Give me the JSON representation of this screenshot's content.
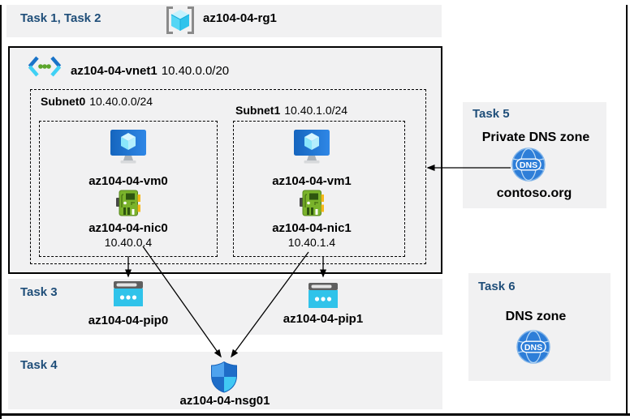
{
  "colors": {
    "task_label": "#1F4E79",
    "panel_bg": "#F1F1F2",
    "border": "#000000",
    "azure_blue": "#2E7ED8",
    "cyan_accent": "#30C3EA",
    "nic_green": "#7AB32B",
    "shield_blue_dark": "#1E6DC8",
    "shield_blue_light": "#4FA3EE"
  },
  "header": {
    "tasks": "Task 1, Task 2",
    "resource_group": "az104-04-rg1"
  },
  "vnet": {
    "name": "az104-04-vnet1",
    "cidr": "10.40.0.0/20",
    "subnets": [
      {
        "name": "Subnet0",
        "cidr": "10.40.0.0/24",
        "vm": "az104-04-vm0",
        "nic": "az104-04-nic0",
        "ip": "10.40.0.4"
      },
      {
        "name": "Subnet1",
        "cidr": "10.40.1.0/24",
        "vm": "az104-04-vm1",
        "nic": "az104-04-nic1",
        "ip": "10.40.1.4"
      }
    ]
  },
  "task3": {
    "label": "Task 3",
    "pip0": "az104-04-pip0",
    "pip1": "az104-04-pip1"
  },
  "task4": {
    "label": "Task 4",
    "nsg": "az104-04-nsg01"
  },
  "task5": {
    "label": "Task 5",
    "title": "Private DNS zone",
    "zone": "contoso.org",
    "icon_text": "DNS"
  },
  "task6": {
    "label": "Task 6",
    "title": "DNS zone",
    "icon_text": "DNS"
  }
}
